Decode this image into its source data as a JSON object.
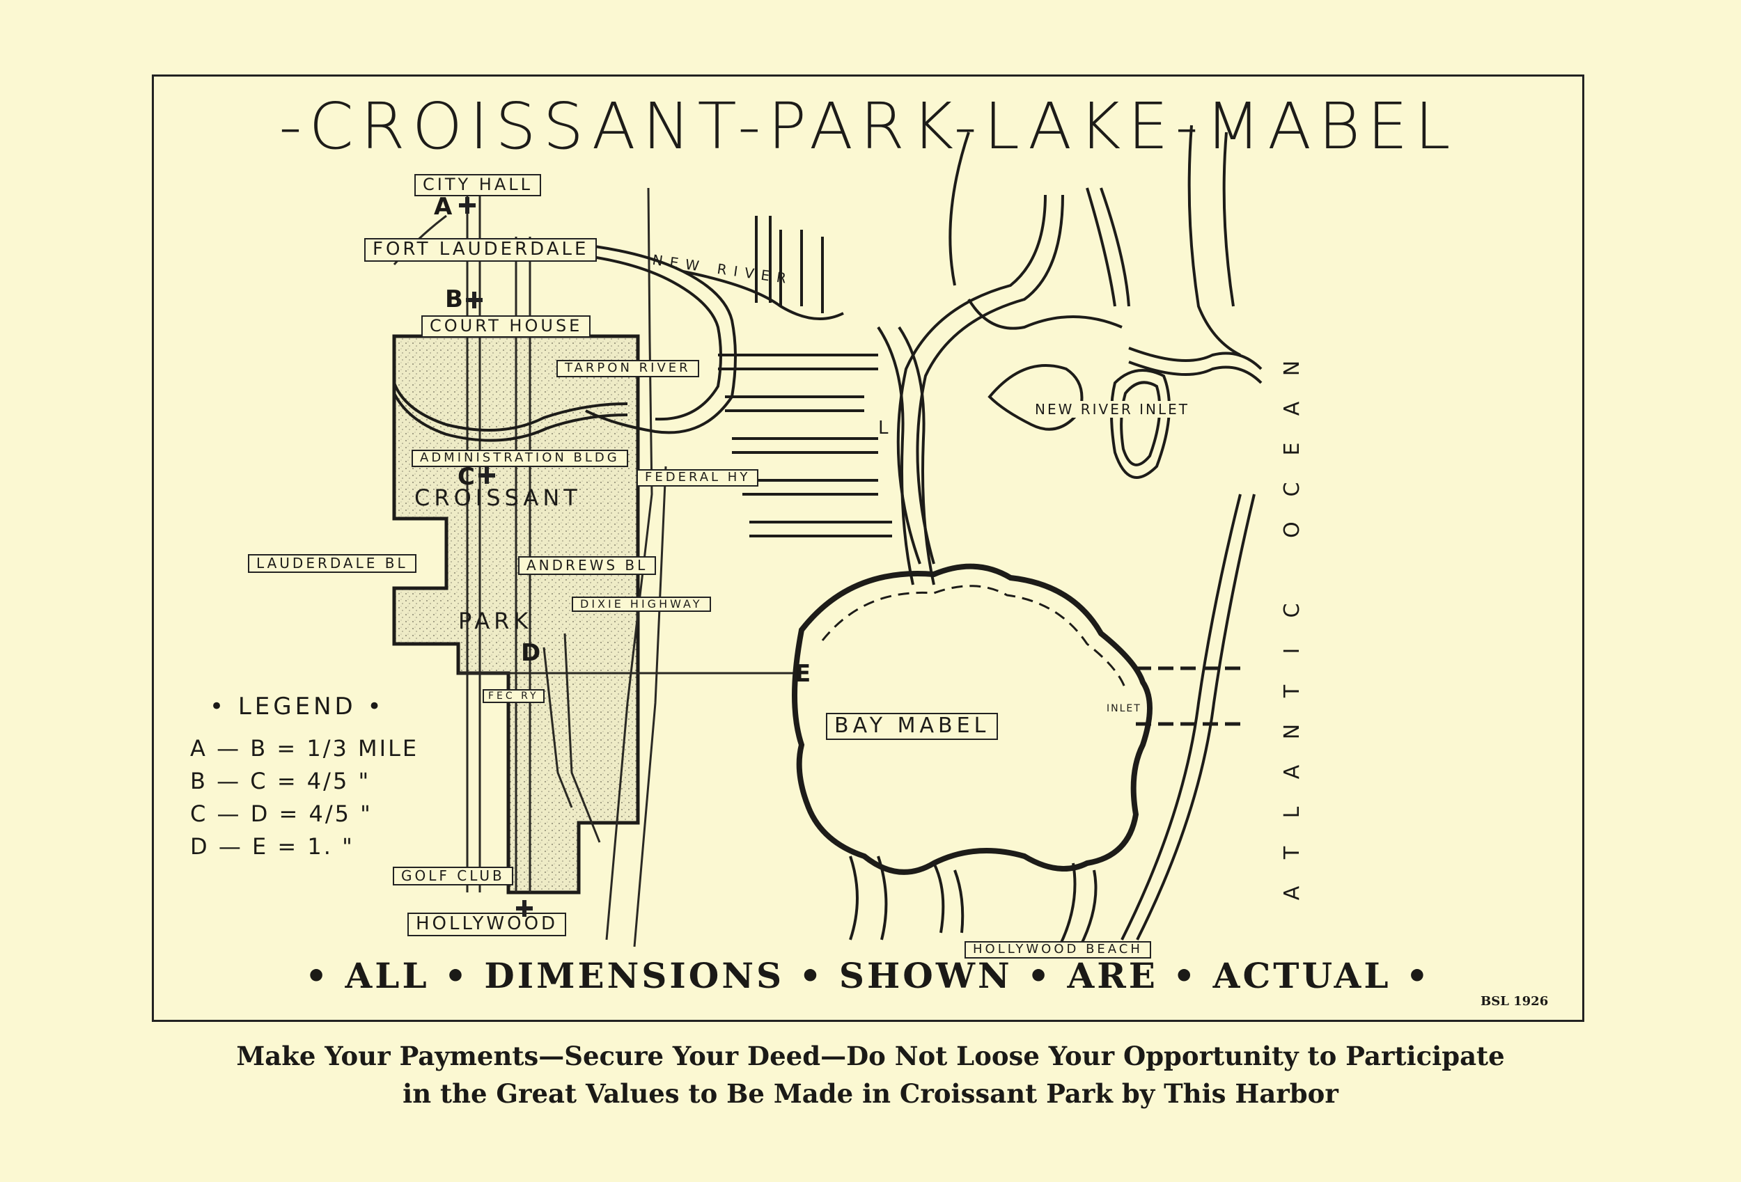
{
  "map": {
    "title": "-CROISSANT-PARK-LAKE-MABEL",
    "labels": {
      "city_hall": "CITY HALL",
      "fort_lauderdale": "FORT LAUDERDALE",
      "new_river": "NEW RIVER",
      "court_house": "COURT HOUSE",
      "tarpon_river": "TARPON RIVER",
      "administration_bldg": "ADMINISTRATION BLDG",
      "federal_hy": "FEDERAL HY",
      "croissant": "CROISSANT",
      "lauderdale_bl": "LAUDERDALE BL",
      "andrews_bl": "ANDREWS BL",
      "dixie_highway": "DIXIE HIGHWAY",
      "park": "PARK",
      "fec_ry": "FEC RY",
      "golf_club": "GOLF CLUB",
      "hollywood": "HOLLYWOOD",
      "hollywood_beach": "HOLLYWOOD BEACH",
      "new_river_inlet": "NEW RIVER INLET",
      "inlet": "INLET",
      "bay_mabel": "BAY MABEL",
      "atlantic_ocean": "ATLANTIC OCEAN"
    },
    "markers": {
      "a": "A",
      "b": "B",
      "c": "C",
      "d": "D",
      "e": "E",
      "l": "L"
    },
    "legend": {
      "title": "• LEGEND •",
      "rows": [
        {
          "pair": "A — B",
          "value": "= 1/3 MILE"
        },
        {
          "pair": "B — C",
          "value": "= 4/5 \""
        },
        {
          "pair": "C — D",
          "value": "= 4/5 \""
        },
        {
          "pair": "D — E",
          "value": "= 1. \""
        }
      ]
    },
    "dimensions_note": "• ALL • DIMENSIONS • SHOWN • ARE • ACTUAL •",
    "signature": "BSL 1926"
  },
  "caption": {
    "line1": "Make Your Payments—Secure Your Deed—Do Not Loose Your Opportunity to Participate",
    "line2": "in the Great Values to Be Made in Croissant Park by This Harbor"
  }
}
